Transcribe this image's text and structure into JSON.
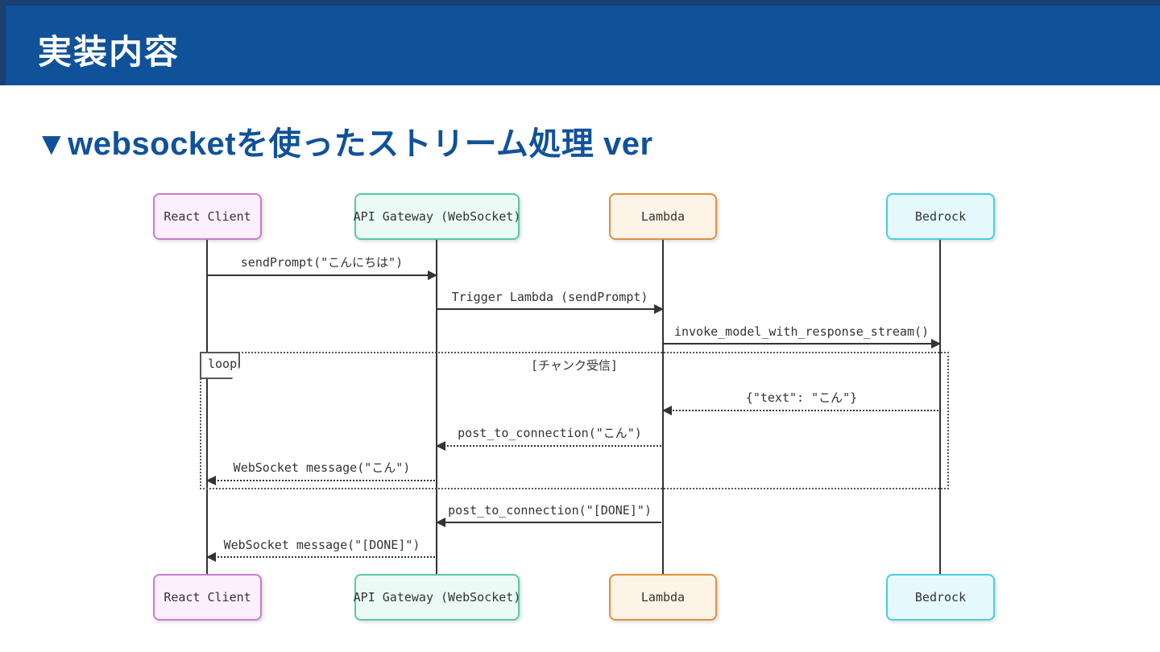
{
  "slide": {
    "header_title": "実装内容",
    "section_title": "▼websocketを使ったストリーム処理 ver"
  },
  "colors": {
    "header_bg": "#10529a",
    "header_edge": "#1b4173",
    "heading_text": "#10529a",
    "diagram_line": "#333333",
    "loop_border": "#555555"
  },
  "diagram": {
    "type": "sequence",
    "participants": [
      {
        "id": "react-client",
        "label": "React Client",
        "fill": "#fcf0fd",
        "border": "#cb7ad0"
      },
      {
        "id": "api-gateway",
        "label": "API Gateway (WebSocket)",
        "fill": "#ecfaf5",
        "border": "#57c9a5"
      },
      {
        "id": "lambda",
        "label": "Lambda",
        "fill": "#fdf3e7",
        "border": "#e0913f"
      },
      {
        "id": "bedrock",
        "label": "Bedrock",
        "fill": "#e6f9fc",
        "border": "#49cfe0"
      }
    ],
    "messages": [
      {
        "from": "React Client",
        "to": "API Gateway (WebSocket)",
        "label": "sendPrompt(\"こんにちは\")",
        "line": "solid",
        "in_loop": false
      },
      {
        "from": "API Gateway (WebSocket)",
        "to": "Lambda",
        "label": "Trigger Lambda (sendPrompt)",
        "line": "solid",
        "in_loop": false
      },
      {
        "from": "Lambda",
        "to": "Bedrock",
        "label": "invoke_model_with_response_stream()",
        "line": "solid",
        "in_loop": false
      },
      {
        "from": "Bedrock",
        "to": "Lambda",
        "label": "{\"text\": \"こん\"}",
        "line": "dotted",
        "in_loop": true
      },
      {
        "from": "Lambda",
        "to": "API Gateway (WebSocket)",
        "label": "post_to_connection(\"こん\")",
        "line": "dotted",
        "in_loop": true
      },
      {
        "from": "API Gateway (WebSocket)",
        "to": "React Client",
        "label": "WebSocket message(\"こん\")",
        "line": "dotted",
        "in_loop": true
      },
      {
        "from": "Lambda",
        "to": "API Gateway (WebSocket)",
        "label": "post_to_connection(\"[DONE]\")",
        "line": "solid",
        "in_loop": false
      },
      {
        "from": "API Gateway (WebSocket)",
        "to": "React Client",
        "label": "WebSocket message(\"[DONE]\")",
        "line": "dotted",
        "in_loop": false
      }
    ],
    "loop": {
      "keyword": "loop",
      "condition": "[チャンク受信]"
    }
  }
}
